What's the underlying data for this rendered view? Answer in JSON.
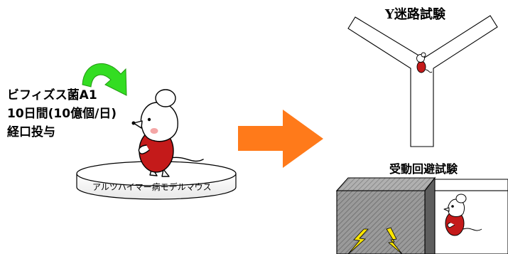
{
  "treatment": {
    "line1": "ビフィズス菌A1",
    "line2": "10日間(10億個/日)",
    "line3": "経口投与"
  },
  "platform_label": "アルツハイマー病モデルマウス",
  "tests": {
    "maze_title": "Y迷路試験",
    "avoidance_title": "受動回避試験"
  },
  "colors": {
    "curved_arrow": "#33dd22",
    "big_arrow": "#ff7a1a",
    "mouse_shirt": "#c41a1a",
    "lightning": "#ffe600",
    "dark_box": "#8a8a8a"
  },
  "icons": [
    "green-curved-arrow-icon",
    "orange-arrow-icon",
    "mouse-icon",
    "lightning-icon"
  ]
}
